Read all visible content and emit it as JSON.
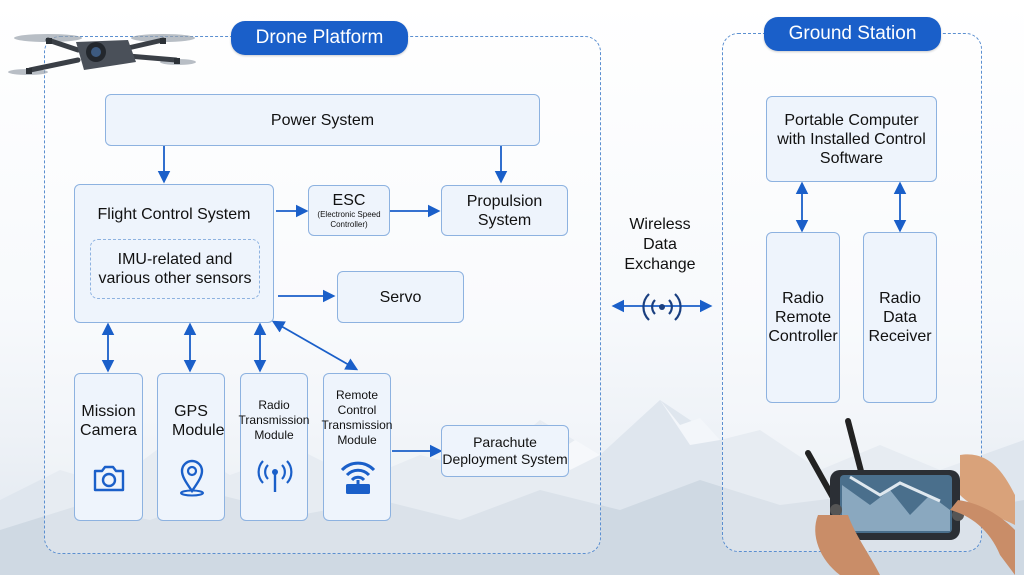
{
  "panels": {
    "drone_title": "Drone Platform",
    "ground_title": "Ground Station"
  },
  "drone": {
    "power": "Power System",
    "flight_control": "Flight Control System",
    "imu": "IMU-related and various other sensors",
    "esc_title": "ESC",
    "esc_sub": "(Electronic Speed Controller)",
    "propulsion": "Propulsion System",
    "servo": "Servo",
    "mission_camera": "Mission Camera",
    "gps": "GPS Module",
    "radio_tx": "Radio Transmission Module",
    "remote_tx": "Remote Control Transmission Module",
    "parachute": "Parachute Deployment System"
  },
  "link": {
    "wireless": "Wireless Data Exchange"
  },
  "ground": {
    "computer": "Portable Computer with Installed Control Software",
    "remote_controller": "Radio Remote Controller",
    "data_receiver": "Radio Data Receiver"
  },
  "colors": {
    "accent": "#1a5fc9",
    "box_fill": "#eef4fc",
    "box_border": "#8db2e0",
    "arrow": "#1a5fc9"
  },
  "icons": [
    "drone-icon",
    "camera-icon",
    "location-pin-icon",
    "antenna-icon",
    "wifi-transmitter-icon",
    "wireless-signal-icon",
    "handheld-controller-icon"
  ]
}
